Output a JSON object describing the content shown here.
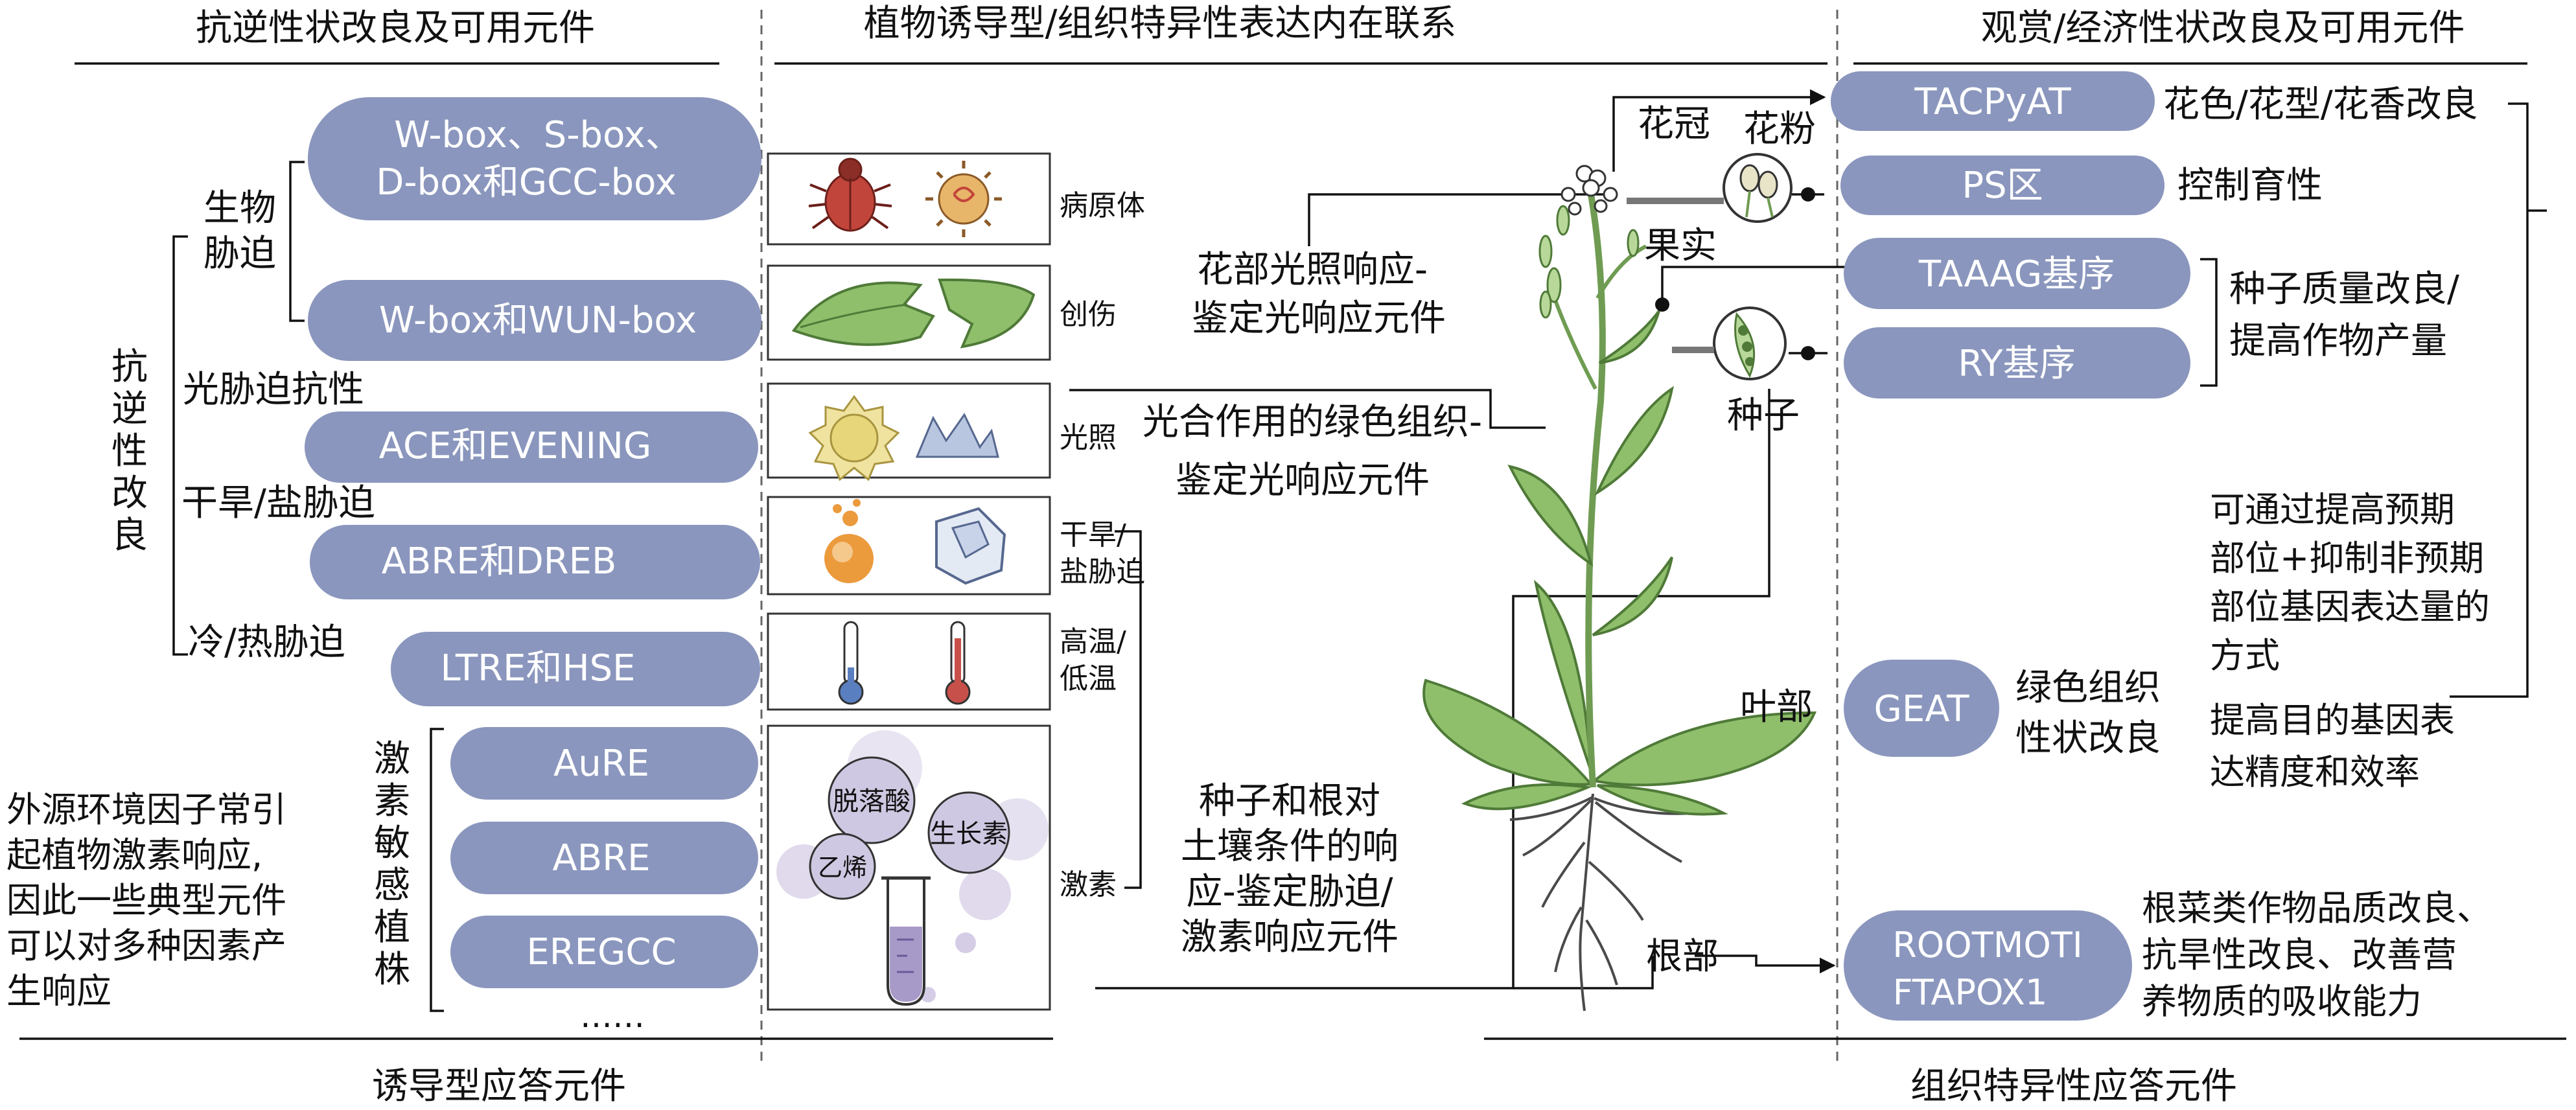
{
  "headers": {
    "left": "抗逆性状改良及可用元件",
    "middle": "植物诱导型/组织特异性表达内在联系",
    "right": "观赏/经济性状改良及可用元件"
  },
  "footers": {
    "left": "诱导型应答元件",
    "right": "组织特异性应答元件"
  },
  "left": {
    "vertical_title": [
      "抗",
      "逆",
      "性",
      "改",
      "良"
    ],
    "bio_stress": [
      "生物",
      "胁迫"
    ],
    "light_stress": "光胁迫抗性",
    "drought_stress": "干旱/盐胁迫",
    "temp_stress": "冷/热胁迫",
    "hormone_vertical": [
      "激",
      "素",
      "敏",
      "感",
      "植",
      "株"
    ],
    "hormone_note": [
      "外源环境因子常引",
      "起植物激素响应,",
      "因此一些典型元件",
      "可以对多种因素产",
      "生响应"
    ]
  },
  "elements": {
    "wbox_line1": "W-box、S-box、",
    "wbox_line2": "D-box和GCC-box",
    "wun": "W-box和WUN-box",
    "ace": "ACE和EVENING",
    "abre_dreb": "ABRE和DREB",
    "ltre": "LTRE和HSE",
    "aure": "AuRE",
    "abre": "ABRE",
    "eregcc": "EREGCC",
    "ellipsis": "……"
  },
  "factors": {
    "pathogen": "病原体",
    "wound": "创伤",
    "light": "光照",
    "drought": [
      "干旱/",
      "盐胁迫"
    ],
    "temp": [
      "高温/",
      "低温"
    ],
    "hormone": "激素",
    "hormone_names": {
      "aba": "脱落酸",
      "auxin": "生长素",
      "ethylene": "乙烯"
    }
  },
  "middle": {
    "flower_light": [
      "花部光照响应-",
      "鉴定光响应元件"
    ],
    "green_tissue": [
      "光合作用的绿色组织-",
      "鉴定光响应元件"
    ],
    "seed_root": [
      "种子和根对",
      "土壤条件的响",
      "应-鉴定胁迫/",
      "激素响应元件"
    ]
  },
  "plant": {
    "corolla": "花冠",
    "pollen": "花粉",
    "fruit": "果实",
    "seed": "种子",
    "leaf": "叶部",
    "root": "根部"
  },
  "right": {
    "tacpyat": "TACPyAT",
    "flower_trait": "花色/花型/花香改良",
    "ps": "PS区",
    "fertility": "控制育性",
    "taaag": "TAAAG基序",
    "ry": "RY基序",
    "seed_quality": [
      "种子质量改良/",
      "提高作物产量"
    ],
    "strategy": [
      "可通过提高预期",
      "部位+抑制非预期",
      "部位基因表达量的",
      "方式"
    ],
    "geat": "GEAT",
    "green_trait": [
      "绿色组织",
      "性状改良"
    ],
    "precision": [
      "提高目的基因表",
      "达精度和效率"
    ],
    "rootmoti_1": "ROOTMOTI",
    "rootmoti_2": "FTAPOX1",
    "root_trait": [
      "根菜类作物品质改良、",
      "抗旱性改良、改善营",
      "养物质的吸收能力"
    ]
  },
  "colors": {
    "pill": "#8a96bd",
    "leaf_green": "#8fbf6b",
    "leaf_stroke": "#4f7a38",
    "circle_purple": "#cfc8e2",
    "thermo_blue": "#5a7fc0",
    "thermo_red": "#c8504a",
    "sun_yellow": "#e8d67a",
    "drop_orange": "#eb9a3c",
    "bug_red": "#c2453c"
  }
}
